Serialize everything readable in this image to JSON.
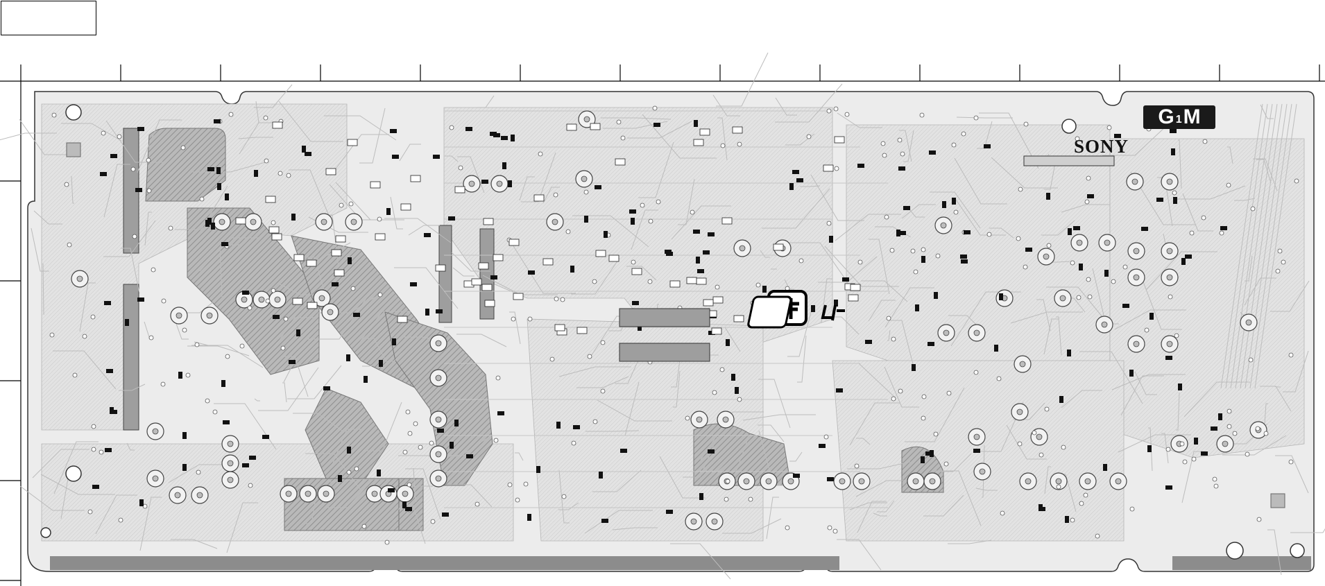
{
  "diagram": {
    "brand": "SONY",
    "board_badge": {
      "part_a": "G",
      "part_b": "1",
      "part_c": "M"
    },
    "header_box_text": ""
  },
  "colors": {
    "board_fill": "#e9e9e9",
    "trace": "#bdbdbd",
    "copper_dark": "#9a9a9a",
    "pad": "#cfcfcf",
    "ink": "#111111"
  }
}
